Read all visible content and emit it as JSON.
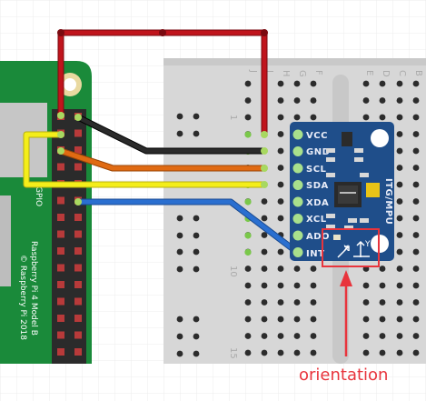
{
  "pi": {
    "model_label": "Raspberry Pi 4 Model B",
    "copyright_label": "© Raspberry Pi 2018",
    "gpio_label": "GPIO"
  },
  "breadboard": {
    "column_letters": [
      "J",
      "I",
      "H",
      "G",
      "F",
      "E",
      "D",
      "C",
      "B"
    ],
    "row_numbers": [
      "1",
      "10",
      "15"
    ]
  },
  "sensor": {
    "name": "ITG/MPU",
    "pins": [
      "VCC",
      "GND",
      "SCL",
      "SDA",
      "XDA",
      "XCL",
      "ADO",
      "INT"
    ],
    "axis_x": "X",
    "axis_y": "Y"
  },
  "annotation": {
    "text": "orientation",
    "color": "#e8343c"
  },
  "wire_colors": {
    "red": "#c0141c",
    "black": "#1a1a1a",
    "orange": "#e06a12",
    "yellow": "#f4ee1a",
    "blue": "#2a6fd0"
  }
}
